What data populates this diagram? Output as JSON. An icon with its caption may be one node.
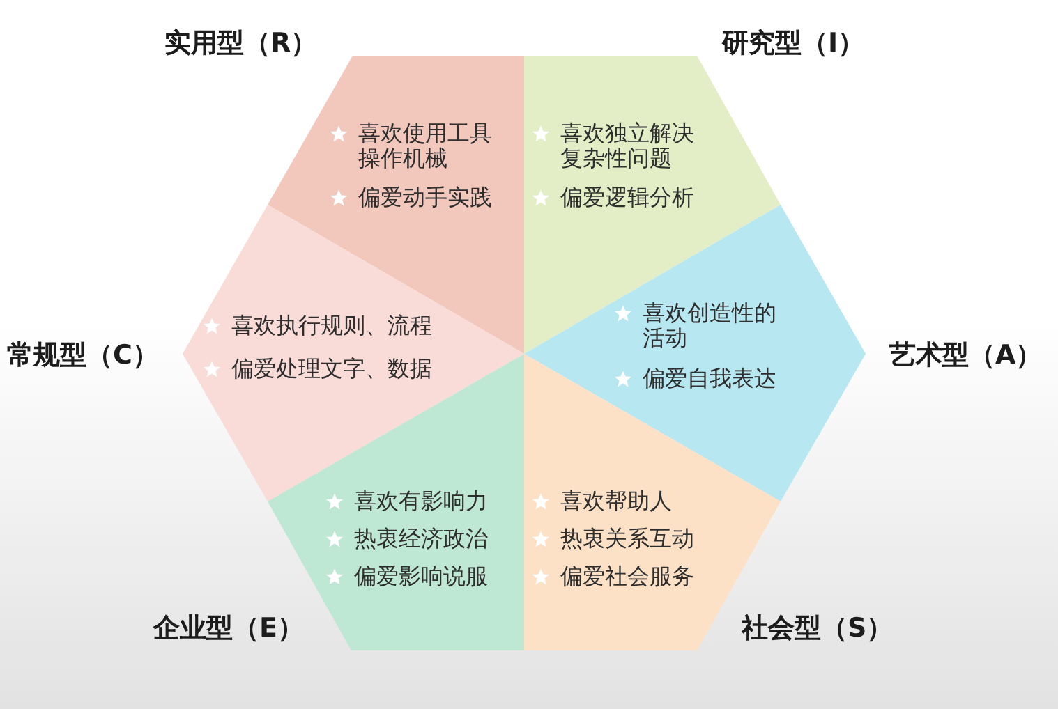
{
  "diagram": {
    "nodes": [
      {
        "text": [
          "实用型（R）",
          "喜欢使用工具操作机械",
          "偏爱动手实践"
        ]
      },
      {
        "text": [
          "研究型（I）",
          "喜欢独立解决复杂性问题",
          "偏爱逻辑分析"
        ]
      },
      {
        "text": [
          "常规型（C）",
          "喜欢执行规则、流程",
          "偏爱处理文字、数据"
        ]
      },
      {
        "text": [
          "艺术型（A）",
          "喜欢创造性的活动",
          "偏爱自我表达"
        ]
      },
      {
        "text": [
          "企业型（E）",
          "喜欢有影响力",
          "热衷经济政治",
          "偏爱影响说服"
        ]
      },
      {
        "text": [
          "社会型（S）",
          "喜欢帮助人",
          "热衷关系互动",
          "偏爱社会服务"
        ]
      }
    ]
  }
}
